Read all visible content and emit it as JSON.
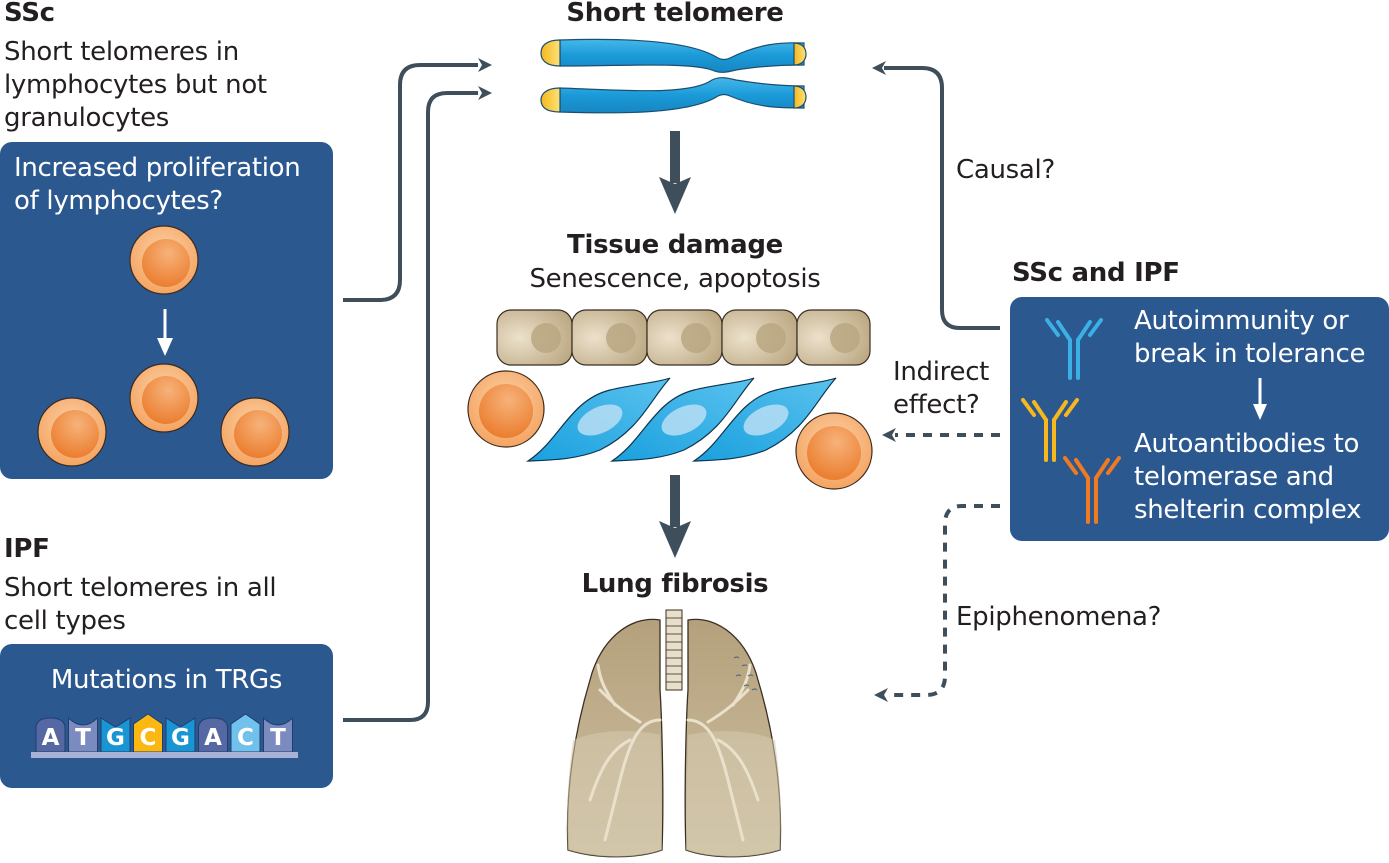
{
  "colors": {
    "panel_blue": "#2c5890",
    "arrow_dark": "#3e4f5b",
    "chromosome_blue": "#1ea0dc",
    "telomere_yellow": "#f5c53a",
    "lymphocyte_orange": "#f08a3c",
    "epithelial_tan": "#c9b898",
    "fibroblast_blue": "#2aa6e0",
    "lung_tan": "#bba886",
    "antibody_blue": "#3ab0e6",
    "antibody_yellow": "#f7b81e",
    "antibody_orange": "#ee7a22"
  },
  "ssc": {
    "title": "SSc",
    "description_lines": [
      "Short telomeres in",
      "lymphocytes but not",
      "granulocytes"
    ],
    "panel": {
      "lines": [
        "Increased proliferation",
        "of lymphocytes?"
      ],
      "icons": [
        "lymphocyte-icon",
        "down-arrow-icon",
        "lymphocyte-icon",
        "lymphocyte-icon",
        "lymphocyte-icon"
      ]
    }
  },
  "ipf": {
    "title": "IPF",
    "description_lines": [
      "Short telomeres in all",
      "cell types"
    ],
    "panel": {
      "title": "Mutations in TRGs",
      "sequence": [
        {
          "letter": "A",
          "color": "#5568a3",
          "shape": "round"
        },
        {
          "letter": "T",
          "color": "#7b8bbf",
          "shape": "notch"
        },
        {
          "letter": "G",
          "color": "#1a95d3",
          "shape": "vnotch"
        },
        {
          "letter": "C",
          "color": "#fbb813",
          "shape": "peak"
        },
        {
          "letter": "G",
          "color": "#1a95d3",
          "shape": "vnotch"
        },
        {
          "letter": "A",
          "color": "#5568a3",
          "shape": "round"
        },
        {
          "letter": "C",
          "color": "#72c0ec",
          "shape": "peak"
        },
        {
          "letter": "T",
          "color": "#7b8bbf",
          "shape": "notch"
        }
      ]
    }
  },
  "center": {
    "short_telomere": "Short telomere",
    "tissue_damage": "Tissue damage",
    "tissue_damage_sub": "Senescence, apoptosis",
    "lung_fibrosis": "Lung fibrosis"
  },
  "right": {
    "title": "SSc and IPF",
    "panel": {
      "top_lines": [
        "Autoimmunity or",
        "break in tolerance"
      ],
      "bottom_lines": [
        "Autoantibodies to",
        "telomerase and",
        "shelterin complex"
      ]
    },
    "causal_label": "Causal?",
    "indirect_label_lines": [
      "Indirect",
      "effect?"
    ],
    "epiphenomena_label": "Epiphenomena?"
  }
}
